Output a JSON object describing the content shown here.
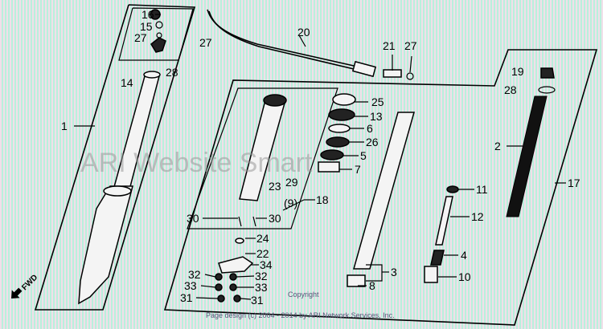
{
  "diagram": {
    "labels": [
      "16",
      "15",
      "27",
      "14",
      "28",
      "1",
      "27",
      "20",
      "21",
      "27",
      "19",
      "28",
      "25",
      "13",
      "6",
      "26",
      "5",
      "7",
      "2",
      "17",
      "11",
      "12",
      "4",
      "10",
      "3",
      "8",
      "23",
      "29",
      "(9)",
      "18",
      "30",
      "30",
      "24",
      "22",
      "34",
      "32",
      "32",
      "33",
      "33",
      "31",
      "31"
    ],
    "direction_label": "FWD",
    "watermark": "ARI Website Smart",
    "copyright_line1": "Copyright",
    "copyright_line2": "Page design (c) 2004 - 2014 by ARI Network Services, Inc."
  }
}
